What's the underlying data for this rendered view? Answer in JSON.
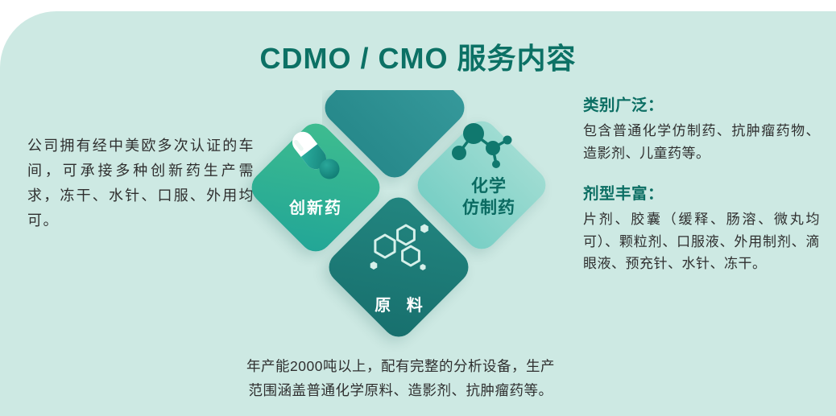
{
  "title": "CDMO / CMO 服务内容",
  "left_panel": {
    "text": "公司拥有经中美欧多次认证的车间，可承接多种创新药生产需求，冻干、水针、口服、外用均可。"
  },
  "diagram": {
    "innovative": {
      "label": "创新药",
      "icon": "capsule-icon"
    },
    "chemical": {
      "label_line1": "化学",
      "label_line2": "仿制药",
      "icon": "molecule-icon"
    },
    "raw": {
      "label": "原 料",
      "icon": "hexagons-icon"
    }
  },
  "right_panel": {
    "sections": [
      {
        "heading": "类别广泛：",
        "body": "包含普通化学仿制药、抗肿瘤药物、造影剂、儿童药等。"
      },
      {
        "heading": "剂型丰富：",
        "body": "片剂、胶囊（缓释、肠溶、微丸均可）、颗粒剂、口服液、外用制剂、滴眼液、预充针、水针、冻干。"
      }
    ]
  },
  "bottom_note": {
    "line1": "年产能2000吨以上，配有完整的分析设备，生产",
    "line2": "范围涵盖普通化学原料、造影剂、抗肿瘤药等。"
  },
  "colors": {
    "background": "#cde9e3",
    "title": "#0c7165",
    "section_heading": "#0b6e63",
    "body_text": "#2f2f2f",
    "diamond_top": "#2f8f8d",
    "diamond_innovative_start": "#3fbd8f",
    "diamond_innovative_end": "#21a597",
    "diamond_chemical_start": "#9fdcd2",
    "diamond_chemical_end": "#79cfc5",
    "diamond_raw_start": "#238680",
    "diamond_raw_end": "#176f6d"
  }
}
